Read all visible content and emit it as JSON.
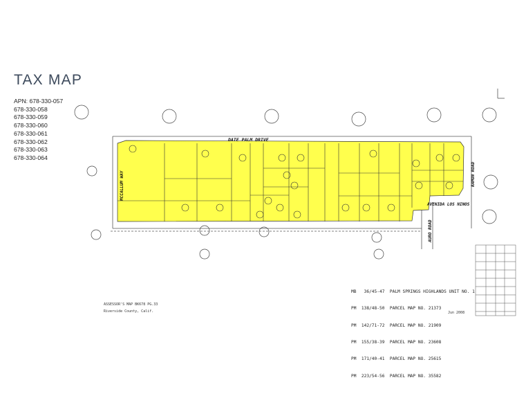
{
  "header": {
    "title": "TAX MAP"
  },
  "apn_list": {
    "first": "APN:  678-330-057",
    "items": [
      "678-330-058",
      "678-330-059",
      "678-330-060",
      "678-330-061",
      "678-330-062",
      "678-330-063",
      "678-330-064"
    ]
  },
  "map": {
    "streets": {
      "date_palm": "DATE PALM DRIVE",
      "mccallum": "MCCALLUM WAY",
      "avenida": "AVENIDA LOS NINOS",
      "ramon": "RAMON ROAD",
      "aura": "AURO ROAD"
    },
    "assessor_note": "ASSESSOR'S MAP BK678 PG.33",
    "county_note": "Riverside County, Calif.",
    "date_note": "Jun 2008",
    "legend": [
      "MB   36/45-47  PALM SPRINGS HIGHLANDS UNIT NO. 1",
      "PM  138/48-50  PARCEL MAP NO. 21373",
      "PM  142/71-72  PARCEL MAP NO. 21909",
      "PM  155/38-39  PARCEL MAP NO. 23608",
      "PM  171/40-41  PARCEL MAP NO. 25615",
      "PM  223/54-56  PARCEL MAP NO. 35582"
    ]
  }
}
